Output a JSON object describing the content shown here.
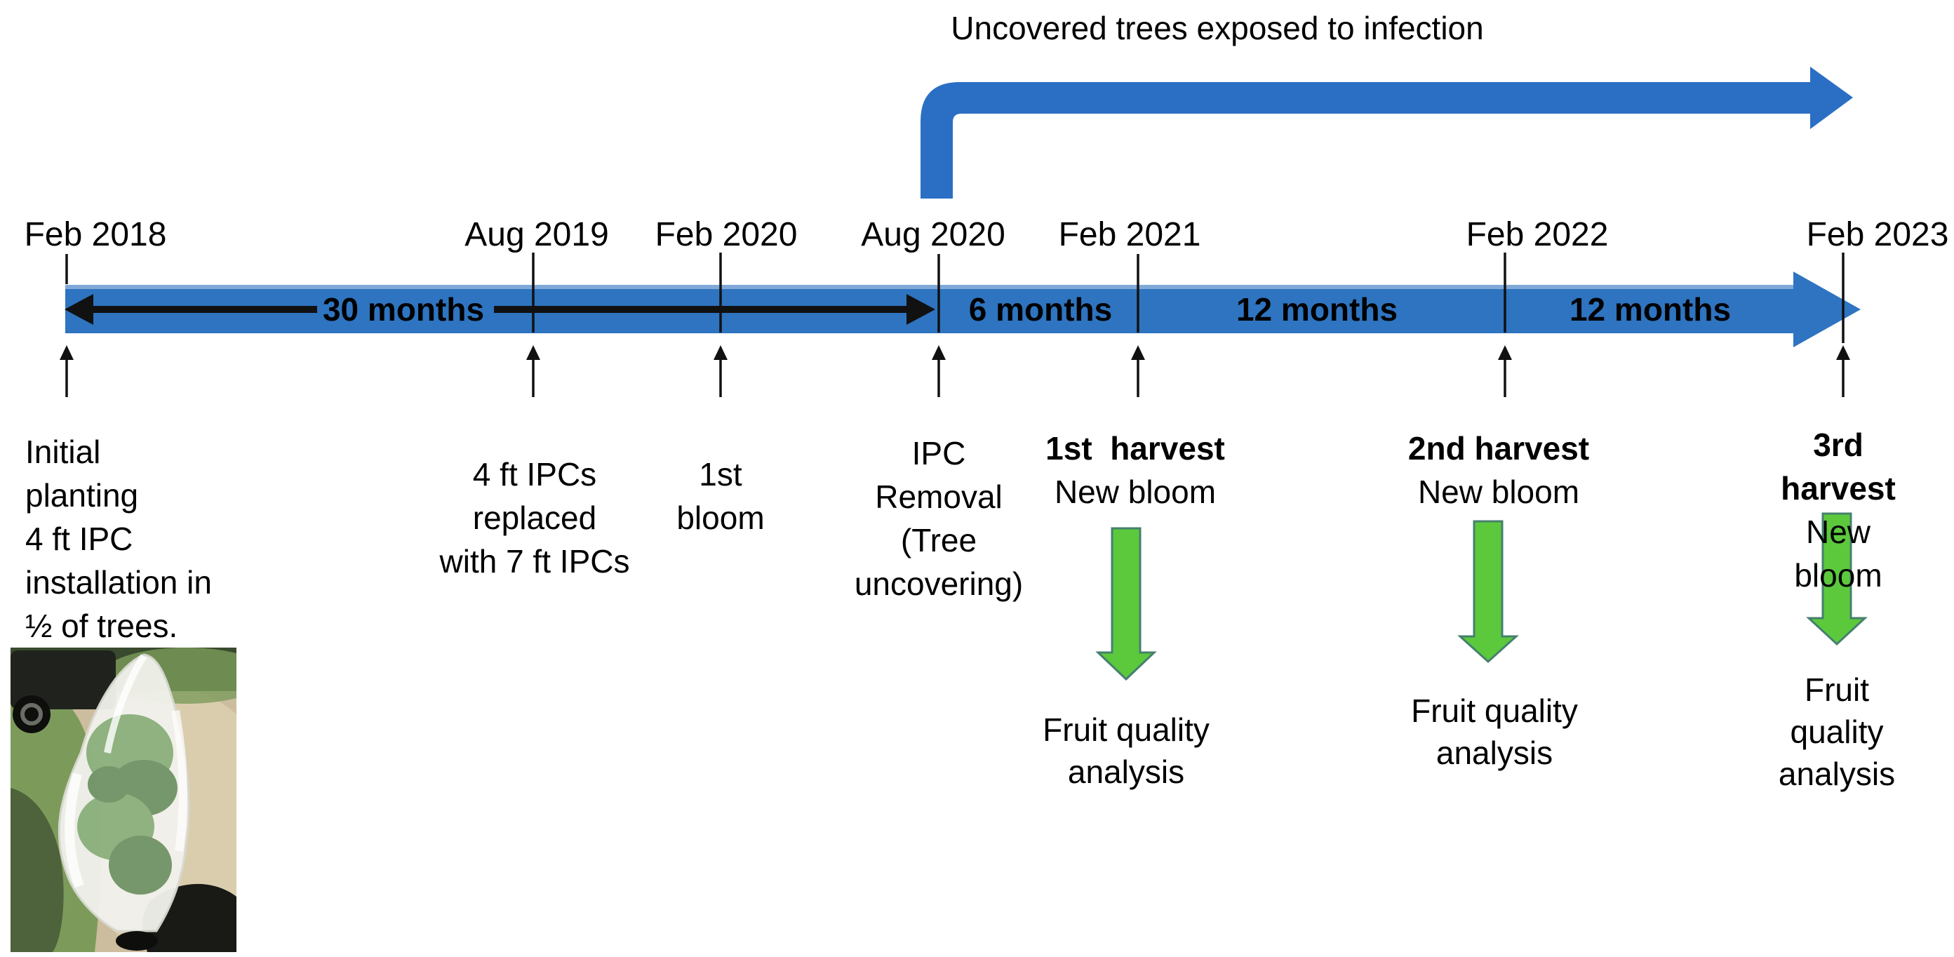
{
  "title": "Uncovered trees exposed to infection",
  "colors": {
    "timeline_blue": "#2E74C0",
    "timeline_blue_highlight": "#8FB3DC",
    "elbow_blue": "#2B6FC4",
    "black": "#111111",
    "green_fill": "#5CC93D",
    "green_stroke": "#45806E"
  },
  "timeline": {
    "dates": [
      {
        "label": "Feb 2018"
      },
      {
        "label": "Aug 2019"
      },
      {
        "label": "Feb 2020"
      },
      {
        "label": "Aug 2020"
      },
      {
        "label": "Feb 2021"
      },
      {
        "label": "Feb 2022"
      },
      {
        "label": "Feb 2023"
      }
    ],
    "durations": [
      {
        "label": "30 months"
      },
      {
        "label": "6 months"
      },
      {
        "label": "12 months"
      },
      {
        "label": "12 months"
      }
    ]
  },
  "events": {
    "initial_planting": "Initial\nplanting\n4 ft IPC\ninstallation in\n½ of trees.",
    "ipc_replacement": "4 ft IPCs\nreplaced\nwith 7 ft IPCs",
    "first_bloom": "1st\nbloom",
    "ipc_removal": "IPC\nRemoval\n(Tree\nuncovering)",
    "harvests": [
      {
        "title": "1st  harvest",
        "subtitle": "New bloom",
        "analysis": "Fruit quality\nanalysis"
      },
      {
        "title": "2nd harvest",
        "subtitle": "New bloom",
        "analysis": "Fruit quality\nanalysis"
      },
      {
        "title": "3rd harvest",
        "subtitle": "New bloom",
        "analysis": "Fruit quality\nanalysis"
      }
    ]
  },
  "photo": {
    "alt": "Young tree covered with a white IPC mesh bag in the orchard",
    "palette": {
      "sand": "#CDBD9F",
      "sand_light": "#DCCEAF",
      "grass": "#7C9B5A",
      "trees_dark": "#3A4A2E",
      "truck": "#20231D",
      "wheel": "#0E0F0D",
      "wheel_rim": "#6A6D66",
      "cover_white": "#F1F1EC",
      "cover_shade": "#D8D9D0",
      "foliage": "#6F9E5E",
      "foliage_dark": "#4E7A42",
      "stump": "#191A15"
    }
  }
}
